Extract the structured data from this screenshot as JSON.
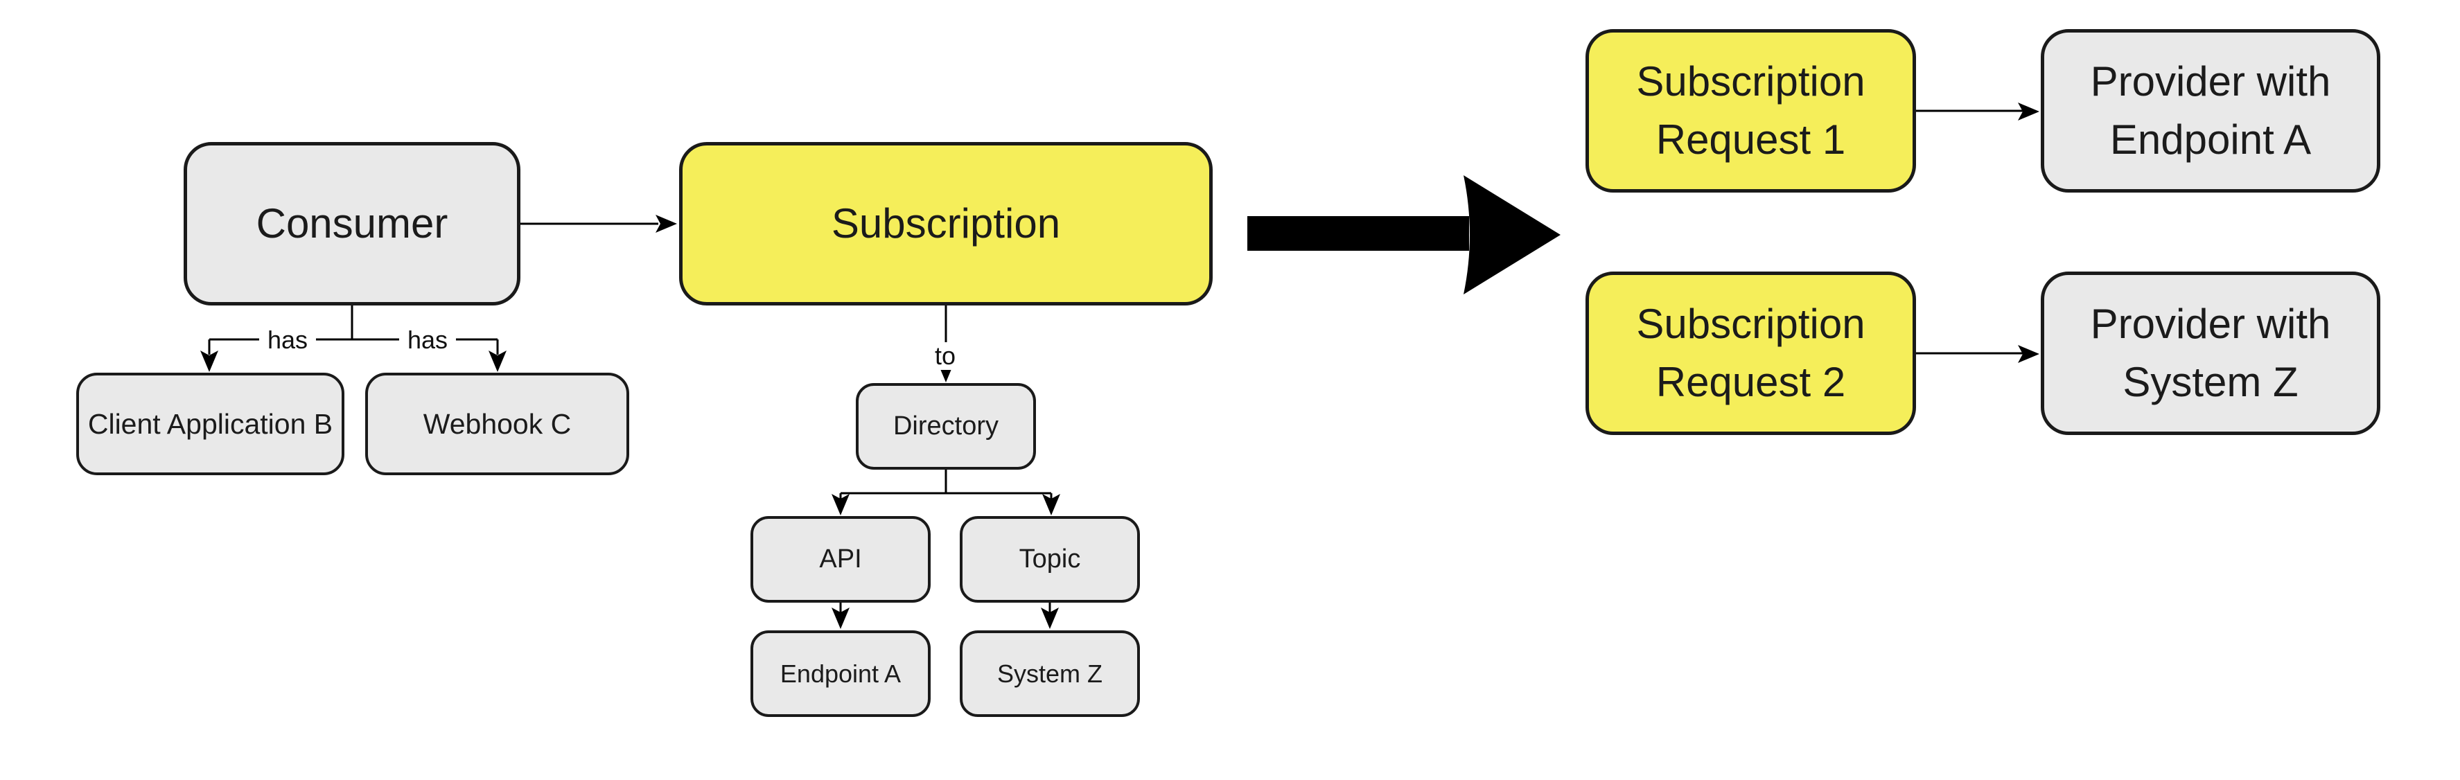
{
  "diagram": {
    "description": "Subscription decomposition diagram: a Subscription by a Consumer to a Directory of APIs and Topics is transformed into per-provider Subscription Requests",
    "colors": {
      "background": "#ffffff",
      "node_fill": "#e9e9e9",
      "highlight_fill": "#f5ee5a",
      "node_border": "#1a1a1a",
      "text": "#1b1b1b",
      "connector": "#000000",
      "transform_arrow": "#000000"
    },
    "nodes": {
      "consumer": {
        "label": "Consumer"
      },
      "subscription": {
        "label": "Subscription"
      },
      "client_app_b": {
        "label": "Client Application B"
      },
      "webhook_c": {
        "label": "Webhook C"
      },
      "directory": {
        "label": "Directory"
      },
      "api": {
        "label": "API"
      },
      "topic": {
        "label": "Topic"
      },
      "endpoint_a": {
        "label": "Endpoint A"
      },
      "system_z": {
        "label": "System Z"
      },
      "sub_req_1": {
        "label": "Subscription Request 1"
      },
      "provider_a": {
        "label": "Provider with Endpoint A"
      },
      "sub_req_2": {
        "label": "Subscription Request 2"
      },
      "provider_z": {
        "label": "Provider with System Z"
      }
    },
    "edge_labels": {
      "has_left": "has",
      "has_right": "has",
      "to": "to"
    }
  }
}
